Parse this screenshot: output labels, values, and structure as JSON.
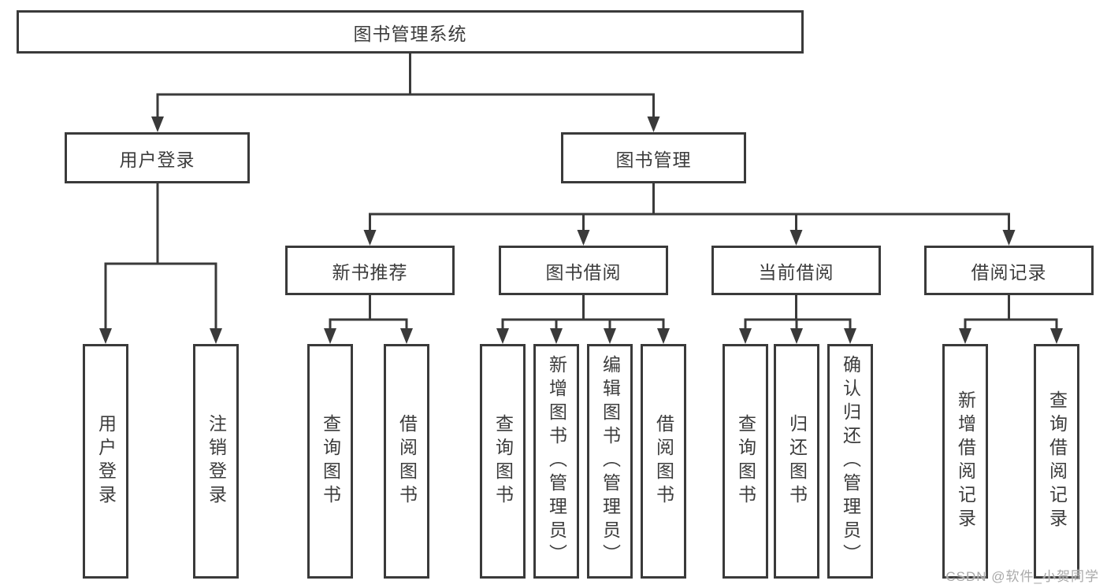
{
  "diagram": {
    "root": {
      "label": "图书管理系统"
    },
    "level2": [
      {
        "id": "user-login",
        "label": "用户登录"
      },
      {
        "id": "book-management",
        "label": "图书管理"
      }
    ],
    "level3": [
      {
        "id": "new-book-recommendation",
        "label": "新书推荐",
        "parent": "图书管理"
      },
      {
        "id": "book-borrowing",
        "label": "图书借阅",
        "parent": "图书管理"
      },
      {
        "id": "current-borrowing",
        "label": "当前借阅",
        "parent": "图书管理"
      },
      {
        "id": "borrowing-records",
        "label": "借阅记录",
        "parent": "图书管理"
      }
    ],
    "leafGroups": [
      {
        "parent": "用户登录",
        "items": [
          "用户登录",
          "注销登录"
        ]
      },
      {
        "parent": "新书推荐",
        "items": [
          "查询图书",
          "借阅图书"
        ]
      },
      {
        "parent": "图书借阅",
        "items": [
          "查询图书",
          "新增图书（管理员）",
          "编辑图书（管理员）",
          "借阅图书"
        ]
      },
      {
        "parent": "当前借阅",
        "items": [
          "查询图书",
          "归还图书",
          "确认归还（管理员）"
        ]
      },
      {
        "parent": "借阅记录",
        "items": [
          "新增借阅记录",
          "查询借阅记录"
        ]
      }
    ]
  },
  "watermark": {
    "text": "CSDN @软件_小贺同学"
  },
  "colors": {
    "line": "#3a3a3a",
    "text": "#3c3c3c",
    "watermark": "#a9a9a9",
    "background": "#ffffff"
  }
}
